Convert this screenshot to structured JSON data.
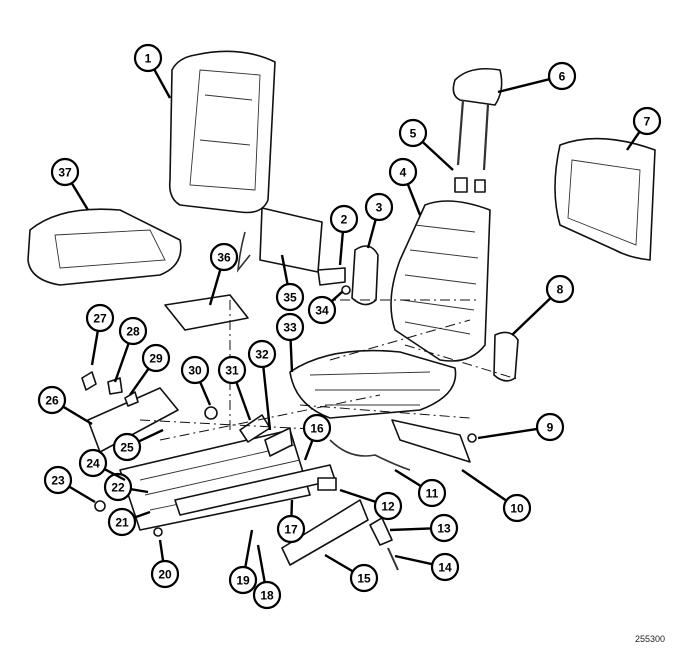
{
  "figure_id": "255300",
  "callouts": [
    {
      "label": "1"
    },
    {
      "label": "2"
    },
    {
      "label": "3"
    },
    {
      "label": "4"
    },
    {
      "label": "5"
    },
    {
      "label": "6"
    },
    {
      "label": "7"
    },
    {
      "label": "8"
    },
    {
      "label": "9"
    },
    {
      "label": "10"
    },
    {
      "label": "11"
    },
    {
      "label": "12"
    },
    {
      "label": "13"
    },
    {
      "label": "14"
    },
    {
      "label": "15"
    },
    {
      "label": "16"
    },
    {
      "label": "17"
    },
    {
      "label": "18"
    },
    {
      "label": "19"
    },
    {
      "label": "20"
    },
    {
      "label": "21"
    },
    {
      "label": "22"
    },
    {
      "label": "23"
    },
    {
      "label": "24"
    },
    {
      "label": "25"
    },
    {
      "label": "26"
    },
    {
      "label": "27"
    },
    {
      "label": "28"
    },
    {
      "label": "29"
    },
    {
      "label": "30"
    },
    {
      "label": "31"
    },
    {
      "label": "32"
    },
    {
      "label": "33"
    },
    {
      "label": "34"
    },
    {
      "label": "35"
    },
    {
      "label": "36"
    },
    {
      "label": "37"
    }
  ]
}
